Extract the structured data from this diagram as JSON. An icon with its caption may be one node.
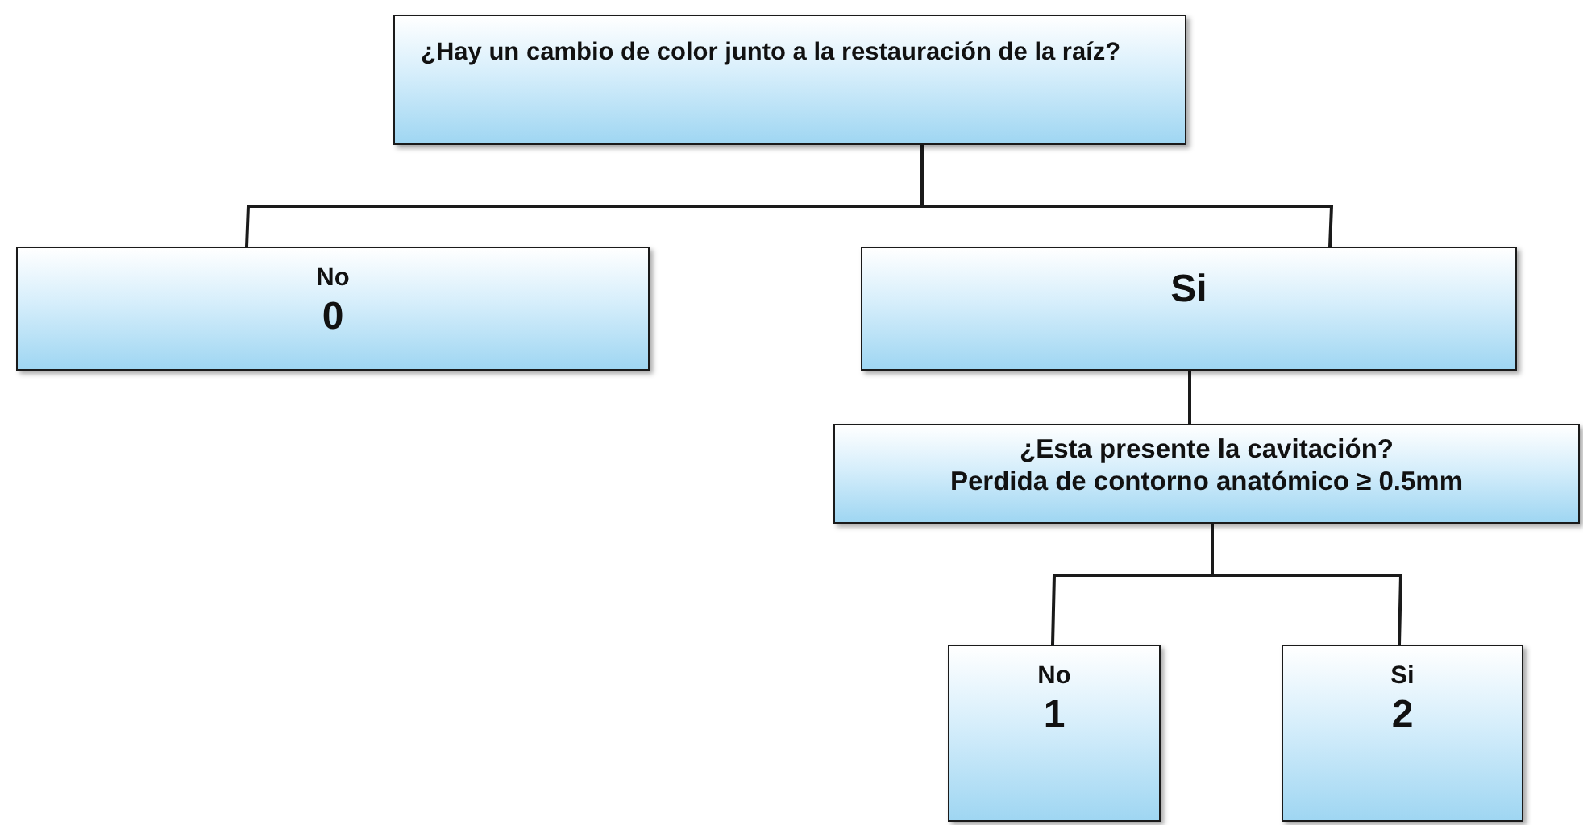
{
  "diagram": {
    "nodes": [
      {
        "text": [
          "¿Hay un cambio de color junto a la restauración de la raíz?"
        ]
      },
      {
        "text": [
          "No",
          "0"
        ]
      },
      {
        "text": [
          "Si"
        ]
      },
      {
        "text": [
          "¿Esta presente la cavitación?",
          "Perdida de contorno anatómico ≥ 0.5mm"
        ]
      },
      {
        "text": [
          "No",
          "1"
        ]
      },
      {
        "text": [
          "Si",
          "2"
        ]
      }
    ],
    "edges": [
      {
        "from": 0,
        "to": 1,
        "arrow": "none"
      },
      {
        "from": 0,
        "to": 2,
        "arrow": "none"
      },
      {
        "from": 2,
        "to": 3,
        "arrow": "none"
      },
      {
        "from": 3,
        "to": 4,
        "arrow": "none"
      },
      {
        "from": 3,
        "to": 5,
        "arrow": "none"
      }
    ]
  }
}
